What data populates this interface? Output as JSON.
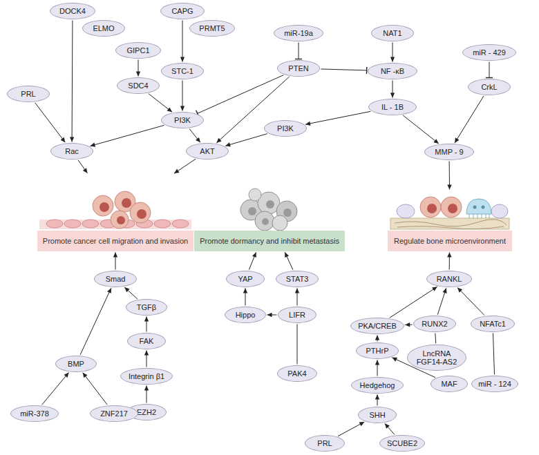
{
  "diagram": {
    "nodes": [
      {
        "text": [
          "DOCK4"
        ]
      },
      {
        "text": [
          "CAPG"
        ]
      },
      {
        "text": [
          "ELMO"
        ]
      },
      {
        "text": [
          "PRMT5"
        ]
      },
      {
        "text": [
          "miR-19a"
        ]
      },
      {
        "text": [
          "NAT1"
        ]
      },
      {
        "text": [
          "GIPC1"
        ]
      },
      {
        "text": [
          "miR - 429"
        ]
      },
      {
        "text": [
          "STC-1"
        ]
      },
      {
        "text": [
          "PTEN"
        ]
      },
      {
        "text": [
          "NF -κB"
        ]
      },
      {
        "text": [
          "SDC4"
        ]
      },
      {
        "text": [
          "CrkL"
        ]
      },
      {
        "text": [
          "PRL"
        ]
      },
      {
        "text": [
          "IL - 1B"
        ]
      },
      {
        "text": [
          "PI3K"
        ]
      },
      {
        "text": [
          "PI3K"
        ]
      },
      {
        "text": [
          "Rac"
        ]
      },
      {
        "text": [
          "AKT"
        ]
      },
      {
        "text": [
          "MMP - 9"
        ]
      },
      {
        "text": [
          "Promote cancer cell migration and invasion"
        ]
      },
      {
        "text": [
          "Promote dormancy and inhibit metastasis"
        ]
      },
      {
        "text": [
          "Regulate bone microenvironment"
        ]
      },
      {
        "text": [
          "Smad"
        ]
      },
      {
        "text": [
          "YAP"
        ]
      },
      {
        "text": [
          "STAT3"
        ]
      },
      {
        "text": [
          "RANKL"
        ]
      },
      {
        "text": [
          "TGFβ"
        ]
      },
      {
        "text": [
          "Hippo"
        ]
      },
      {
        "text": [
          "LIFR"
        ]
      },
      {
        "text": [
          "RUNX2"
        ]
      },
      {
        "text": [
          "NFATc1"
        ]
      },
      {
        "text": [
          "PKA/CREB"
        ]
      },
      {
        "text": [
          "FAK"
        ]
      },
      {
        "text": [
          "PTHrP"
        ]
      },
      {
        "text": [
          "BMP"
        ]
      },
      {
        "text": [
          "LncRNA FGF14-AS2"
        ]
      },
      {
        "text": [
          "PAK4"
        ]
      },
      {
        "text": [
          "Integrin β1"
        ]
      },
      {
        "text": [
          "MAF"
        ]
      },
      {
        "text": [
          "miR - 124"
        ]
      },
      {
        "text": [
          "Hedgehog"
        ]
      },
      {
        "text": [
          "EZH2"
        ]
      },
      {
        "text": [
          "miR-378"
        ]
      },
      {
        "text": [
          "ZNF217"
        ]
      },
      {
        "text": [
          "SHH"
        ]
      },
      {
        "text": [
          "PRL"
        ]
      },
      {
        "text": [
          "SCUBE2"
        ]
      }
    ],
    "edges": [
      {
        "from": 0,
        "to": 17,
        "arrow": "to"
      },
      {
        "from": 13,
        "to": 17,
        "arrow": "to"
      },
      {
        "from": 1,
        "to": 8,
        "arrow": "to"
      },
      {
        "from": 6,
        "to": 11,
        "arrow": "to"
      },
      {
        "from": 11,
        "to": 15,
        "arrow": "to"
      },
      {
        "from": 8,
        "to": 15,
        "arrow": "to"
      },
      {
        "from": 15,
        "to": 17,
        "arrow": "to"
      },
      {
        "from": 15,
        "to": 18,
        "arrow": "to"
      },
      {
        "from": 4,
        "to": 9,
        "arrow": "to"
      },
      {
        "from": 9,
        "to": 15,
        "arrow": "to"
      },
      {
        "from": 9,
        "to": 18,
        "arrow": "to"
      },
      {
        "from": 9,
        "to": 10,
        "arrow": "to"
      },
      {
        "from": 5,
        "to": 10,
        "arrow": "to"
      },
      {
        "from": 10,
        "to": 14,
        "arrow": "to"
      },
      {
        "from": 14,
        "to": 16,
        "arrow": "to"
      },
      {
        "from": 16,
        "to": 18,
        "arrow": "to"
      },
      {
        "from": 14,
        "to": 19,
        "arrow": "to"
      },
      {
        "from": 7,
        "to": 12,
        "arrow": "to"
      },
      {
        "from": 12,
        "to": 19,
        "arrow": "to"
      },
      {
        "from": 17,
        "to": 20,
        "arrow": "to"
      },
      {
        "from": 18,
        "to": 20,
        "arrow": "to"
      },
      {
        "from": 19,
        "to": 22,
        "arrow": "to"
      },
      {
        "from": 23,
        "to": 20,
        "arrow": "to"
      },
      {
        "from": 27,
        "to": 23,
        "arrow": "to"
      },
      {
        "from": 35,
        "to": 23,
        "arrow": "to"
      },
      {
        "from": 33,
        "to": 27,
        "arrow": "to"
      },
      {
        "from": 38,
        "to": 33,
        "arrow": "to"
      },
      {
        "from": 42,
        "to": 38,
        "arrow": "to"
      },
      {
        "from": 43,
        "to": 35,
        "arrow": "to"
      },
      {
        "from": 44,
        "to": 35,
        "arrow": "to"
      },
      {
        "from": 24,
        "to": 21,
        "arrow": "to"
      },
      {
        "from": 25,
        "to": 21,
        "arrow": "to"
      },
      {
        "from": 28,
        "to": 24,
        "arrow": "to"
      },
      {
        "from": 29,
        "to": 28,
        "arrow": "to"
      },
      {
        "from": 29,
        "to": 25,
        "arrow": "to"
      },
      {
        "from": 37,
        "to": 29,
        "arrow": "none"
      },
      {
        "from": 26,
        "to": 22,
        "arrow": "to"
      },
      {
        "from": 32,
        "to": 26,
        "arrow": "to"
      },
      {
        "from": 30,
        "to": 26,
        "arrow": "to"
      },
      {
        "from": 31,
        "to": 26,
        "arrow": "to"
      },
      {
        "from": 30,
        "to": 32,
        "arrow": "to"
      },
      {
        "from": 36,
        "to": 30,
        "arrow": "none"
      },
      {
        "from": 40,
        "to": 31,
        "arrow": "none"
      },
      {
        "from": 34,
        "to": 32,
        "arrow": "to"
      },
      {
        "from": 41,
        "to": 34,
        "arrow": "to"
      },
      {
        "from": 39,
        "to": 34,
        "arrow": "to"
      },
      {
        "from": 45,
        "to": 41,
        "arrow": "to"
      },
      {
        "from": 46,
        "to": 45,
        "arrow": "to"
      },
      {
        "from": 47,
        "to": 45,
        "arrow": "to"
      }
    ]
  }
}
